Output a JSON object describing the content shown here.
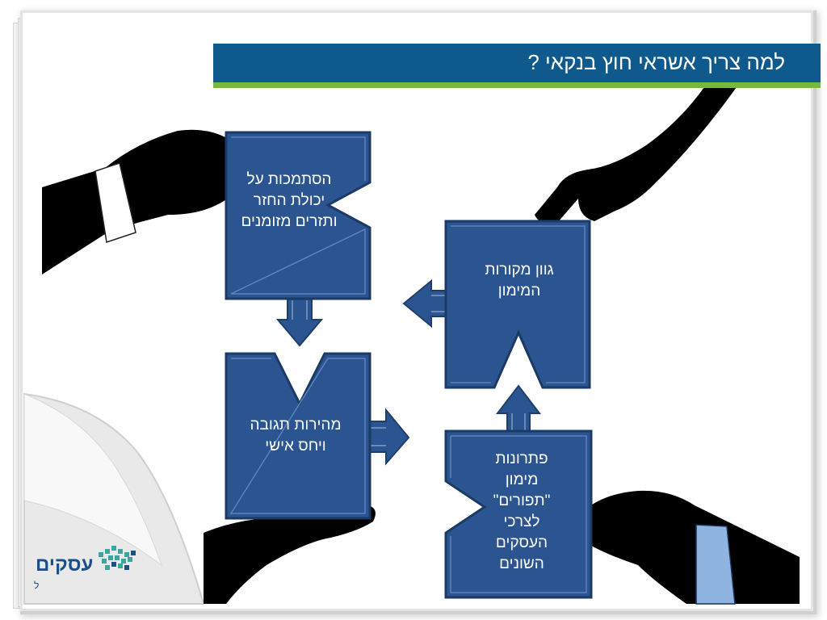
{
  "slide": {
    "title": "למה צריך אשראי חוץ בנקאי ?"
  },
  "boxes": {
    "top_left": "הסתמכות על יכולת החזר ותזרים מזומנים",
    "bottom_left": "מהירות תגובה ויחס אישי",
    "top_right": "גוון מקורות המימון",
    "bottom_right": "פתרונות מימון \"תפורים\" לצרכי העסקים השונים"
  },
  "logo": {
    "name": "עסקים",
    "sub": "ל"
  },
  "colors": {
    "title_bar": "#0f5a8c",
    "title_accent": "#78b83e",
    "box_fill": "#2a5590",
    "silhouette": "#000000"
  }
}
